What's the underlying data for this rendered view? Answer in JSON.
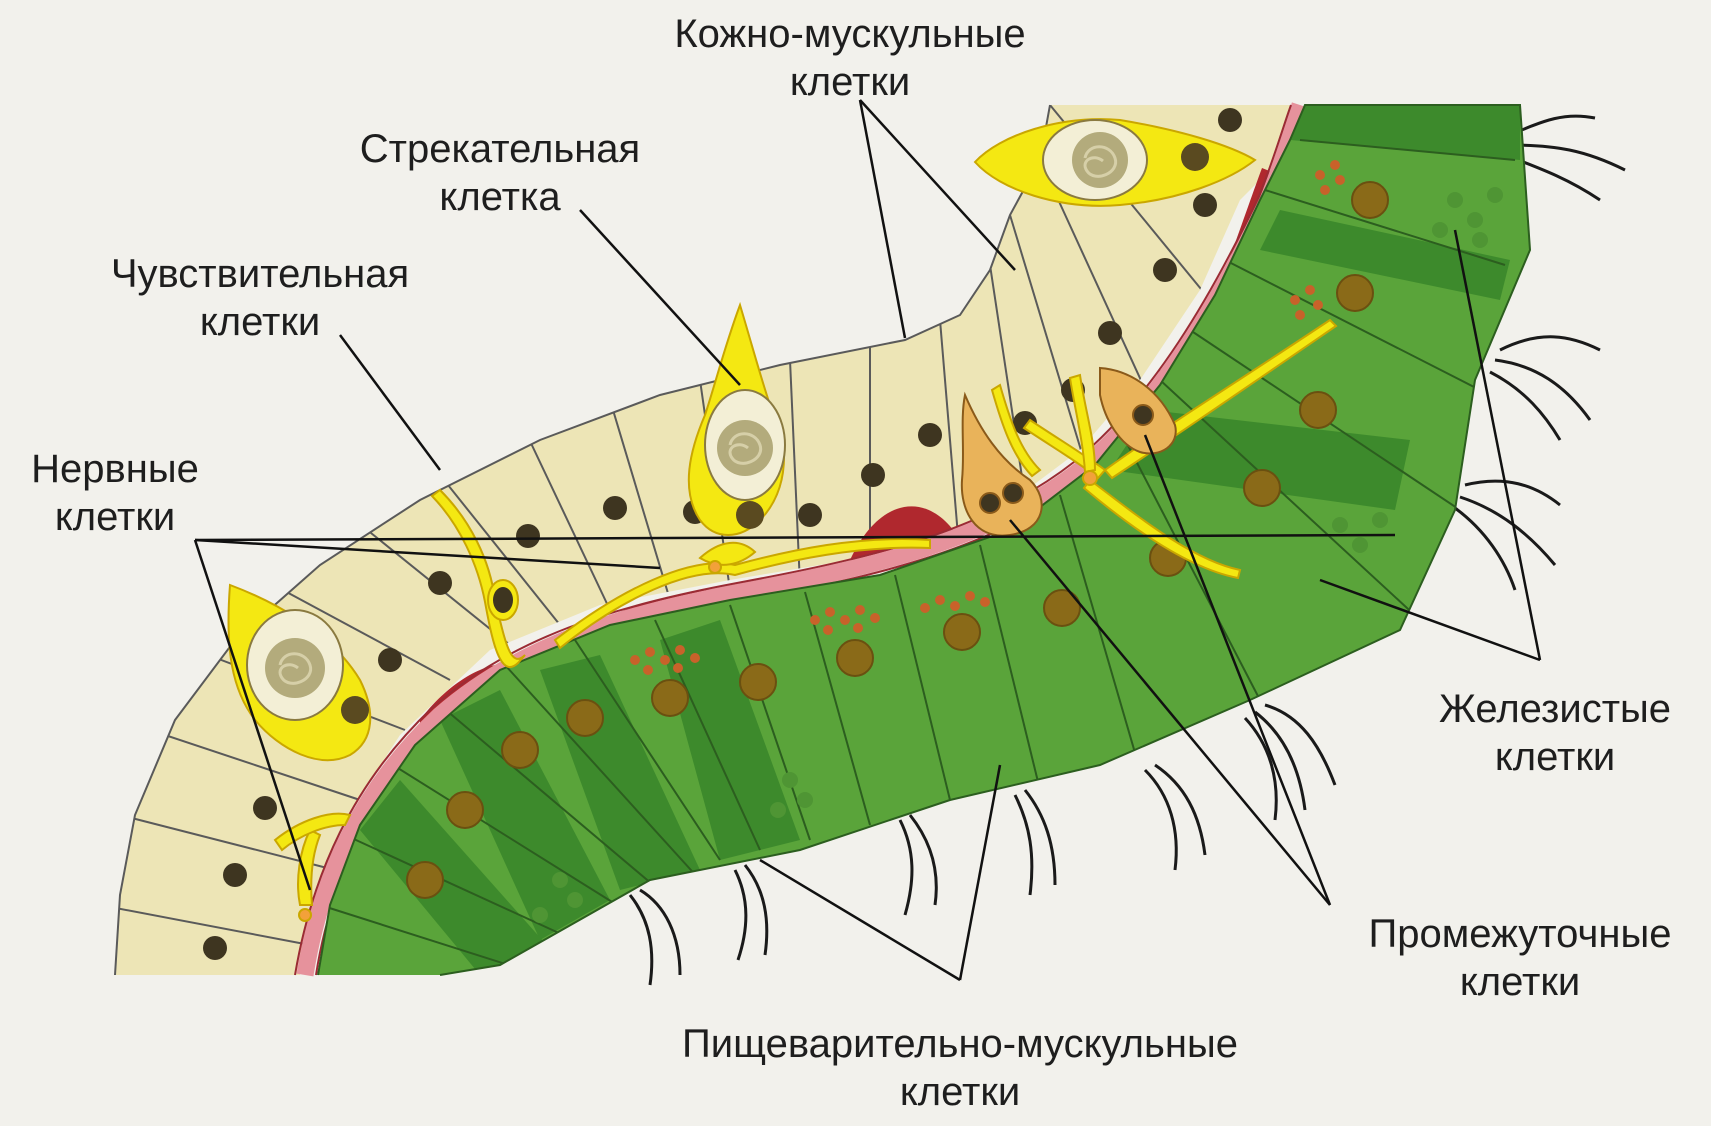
{
  "labels": {
    "skin_muscle": {
      "line1": "Кожно-мускульные",
      "line2": "клетки"
    },
    "stinging": {
      "line1": "Стрекательная",
      "line2": "клетка"
    },
    "sensory": {
      "line1": "Чувствительная",
      "line2": "клетки"
    },
    "nerve": {
      "line1": "Нервные",
      "line2": "клетки"
    },
    "glandular": {
      "line1": "Железистые",
      "line2": "клетки"
    },
    "intermediate": {
      "line1": "Промежуточные",
      "line2": "клетки"
    },
    "digestive_muscle": {
      "line1": "Пищеварительно-мускульные",
      "line2": "клетки"
    }
  },
  "colors": {
    "background": "#f2f1ec",
    "ectoderm": "#ede5b6",
    "endoderm_light": "#5aa43a",
    "endoderm_dark": "#3d8a2c",
    "mesoglea": "#e6929c",
    "nerve_yellow": "#f4e812",
    "red_tissue": "#b0282e",
    "nucleus": "#3e3520",
    "intermediate_orange": "#e9b35a"
  }
}
